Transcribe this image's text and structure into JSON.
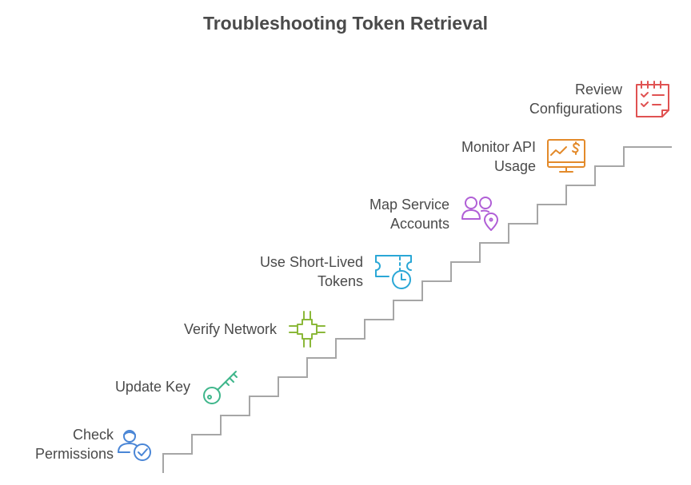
{
  "title": "Troubleshooting Token Retrieval",
  "steps": [
    {
      "lines": [
        "Check",
        "Permissions"
      ],
      "icon": "user-check-icon",
      "color": "#4a86d6"
    },
    {
      "lines": [
        "Update Key"
      ],
      "icon": "key-icon",
      "color": "#3fb68b"
    },
    {
      "lines": [
        "Verify Network"
      ],
      "icon": "chip-network-icon",
      "color": "#8bb83a"
    },
    {
      "lines": [
        "Use Short-Lived",
        "Tokens"
      ],
      "icon": "ticket-clock-icon",
      "color": "#2aa7d6"
    },
    {
      "lines": [
        "Map Service",
        "Accounts"
      ],
      "icon": "users-location-icon",
      "color": "#b05fd6"
    },
    {
      "lines": [
        "Monitor API",
        "Usage"
      ],
      "icon": "monitor-dollar-icon",
      "color": "#e38a2a"
    },
    {
      "lines": [
        "Review",
        "Configurations"
      ],
      "icon": "checklist-icon",
      "color": "#e05252"
    }
  ],
  "colors": {
    "stairs": "#a6a6a6",
    "text": "#4a4a4a"
  }
}
